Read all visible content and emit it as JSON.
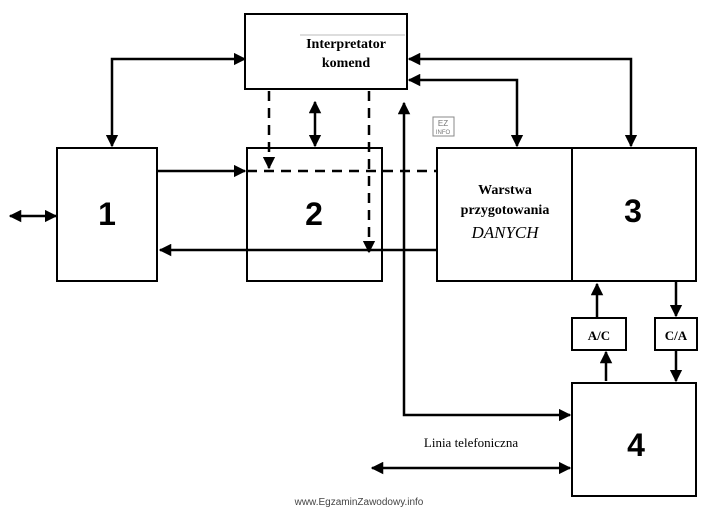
{
  "blocks": {
    "interpreter_line1": "Interpretator",
    "interpreter_line2": "komend",
    "block1": "1",
    "block2": "2",
    "block3": "3",
    "block4": "4",
    "prep_line1": "Warstwa",
    "prep_line2": "przygotowania",
    "prep_line3": "DANYCH",
    "ac": "A/C",
    "ca": "C/A"
  },
  "labels": {
    "phone_line": "Linia telefoniczna",
    "watermark_logo_line1": "EZ",
    "watermark_logo_line2": "INFO",
    "footer": "www.EgzaminZawodowy.info"
  }
}
